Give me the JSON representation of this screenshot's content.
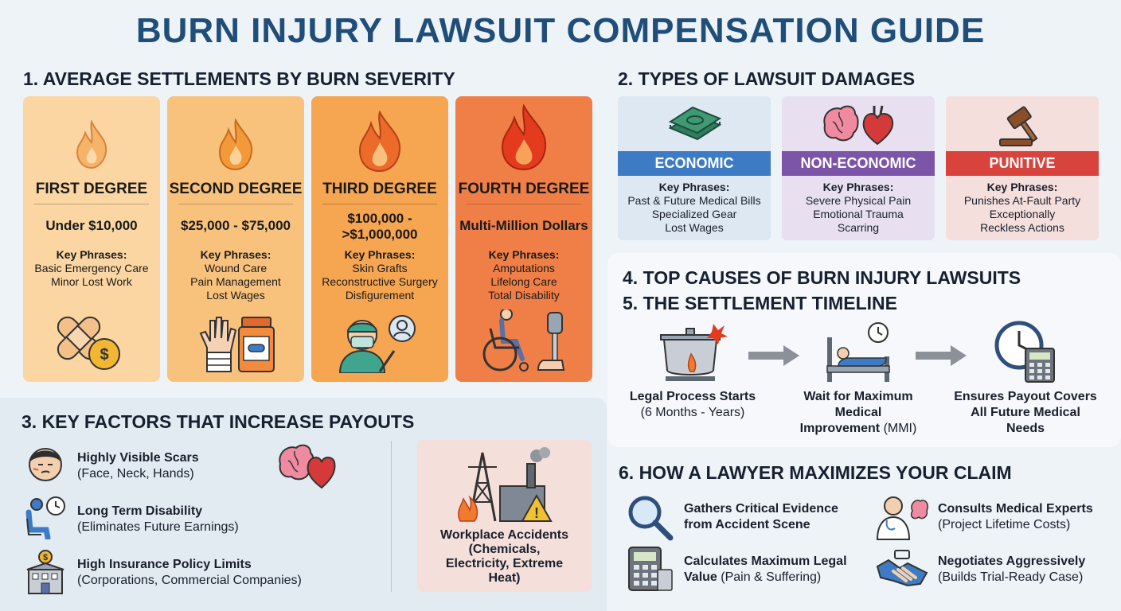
{
  "title": "BURN INJURY LAWSUIT COMPENSATION GUIDE",
  "section1": {
    "heading": "1. AVERAGE SETTLEMENTS BY BURN SEVERITY",
    "cards": [
      {
        "degree": "FIRST DEGREE",
        "amount_line1": "Under $10,000",
        "amount_line2": "",
        "kp_label": "Key Phrases:",
        "phrases": [
          "Basic Emergency Care",
          "Minor Lost Work"
        ],
        "color": "#fbd6a2",
        "icon": "bandage-coin-icon"
      },
      {
        "degree": "SECOND DEGREE",
        "amount_line1": "$25,000 - $75,000",
        "amount_line2": "",
        "kp_label": "Key Phrases:",
        "phrases": [
          "Wound Care",
          "Pain Management",
          "Lost Wages"
        ],
        "color": "#f9c27c",
        "icon": "bandaged-hand-pill-bottle-icon"
      },
      {
        "degree": "THIRD DEGREE",
        "amount_line1": "$100,000 -",
        "amount_line2": ">$1,000,000",
        "kp_label": "Key Phrases:",
        "phrases": [
          "Skin Grafts",
          "Reconstructive Surgery",
          "Disfigurement"
        ],
        "color": "#f6a551",
        "icon": "surgeon-icon"
      },
      {
        "degree": "FOURTH DEGREE",
        "amount_line1": "Multi-Million Dollars",
        "amount_line2": "",
        "kp_label": "Key Phrases:",
        "phrases": [
          "Amputations",
          "Lifelong Care",
          "Total Disability"
        ],
        "color": "#f07f47",
        "icon": "wheelchair-prosthetic-icon"
      }
    ]
  },
  "section2": {
    "heading": "2. TYPES OF LAWSUIT DAMAGES",
    "cards": [
      {
        "label": "ECONOMIC",
        "kp_label": "Key Phrases:",
        "phrases": [
          "Past & Future Medical Bills",
          "Specialized Gear",
          "Lost Wages"
        ],
        "bg": "#dde8f2",
        "band": "#3d7cc4",
        "icon": "money-stack-icon"
      },
      {
        "label": "NON-ECONOMIC",
        "kp_label": "Key Phrases:",
        "phrases": [
          "Severe Physical Pain",
          "Emotional Trauma",
          "Scarring"
        ],
        "bg": "#e8e0f1",
        "band": "#7d55a8",
        "icon": "brain-heart-icon"
      },
      {
        "label": "PUNITIVE",
        "kp_label": "Key Phrases:",
        "phrases": [
          "Punishes At-Fault Party",
          "Exceptionally",
          "Reckless Actions"
        ],
        "bg": "#f5dfdd",
        "band": "#d8443d",
        "icon": "gavel-icon"
      }
    ]
  },
  "section3": {
    "heading": "3. KEY FACTORS THAT INCREASE PAYOUTS",
    "factors": [
      {
        "title": "Highly Visible Scars",
        "sub": "(Face, Neck, Hands)",
        "icon": "face-icon"
      },
      {
        "title": "Long Term Disability",
        "sub": "(Eliminates Future Earnings)",
        "icon": "person-clock-icon"
      },
      {
        "title": "High Insurance Policy Limits",
        "sub": "(Corporations, Commercial Companies)",
        "icon": "building-icon"
      }
    ],
    "workplace": {
      "line1": "Workplace Accidents",
      "line2": "(Chemicals,",
      "line3": "Electricity, Extreme",
      "line4": "Heat)",
      "icon": "industrial-hazard-icon"
    }
  },
  "section45": {
    "heading4": "4. TOP CAUSES OF BURN INJURY LAWSUITS",
    "heading5": "5. THE SETTLEMENT TIMELINE",
    "steps": [
      {
        "bold1": "Legal Process Starts",
        "plain1": "(6 Months - Years)",
        "icon": "pot-fire-icon"
      },
      {
        "bold1": "Wait for Maximum",
        "bold2": "Medical",
        "bold3": "Improvement",
        "plain3": " (MMI)",
        "icon": "hospital-bed-icon"
      },
      {
        "bold1": "Ensures Payout Covers",
        "bold2": "All Future Medical",
        "bold3": "Needs",
        "icon": "clock-calculator-icon"
      }
    ]
  },
  "section6": {
    "heading": "6. HOW A LAWYER MAXIMIZES YOUR CLAIM",
    "items": [
      {
        "title1": "Gathers Critical Evidence",
        "title2": "from Accident Scene",
        "sub": "",
        "icon": "magnifier-icon"
      },
      {
        "title1": "Consults Medical Experts",
        "title2": "",
        "sub": "(Project Lifetime Costs)",
        "icon": "doctor-icon"
      },
      {
        "title1": "Calculates Maximum Legal",
        "title2": "Value",
        "sub": " (Pain & Suffering)",
        "icon": "calculator-icon"
      },
      {
        "title1": "Negotiates Aggressively",
        "title2": "",
        "sub": "(Builds Trial-Ready Case)",
        "icon": "handshake-icon"
      }
    ]
  }
}
